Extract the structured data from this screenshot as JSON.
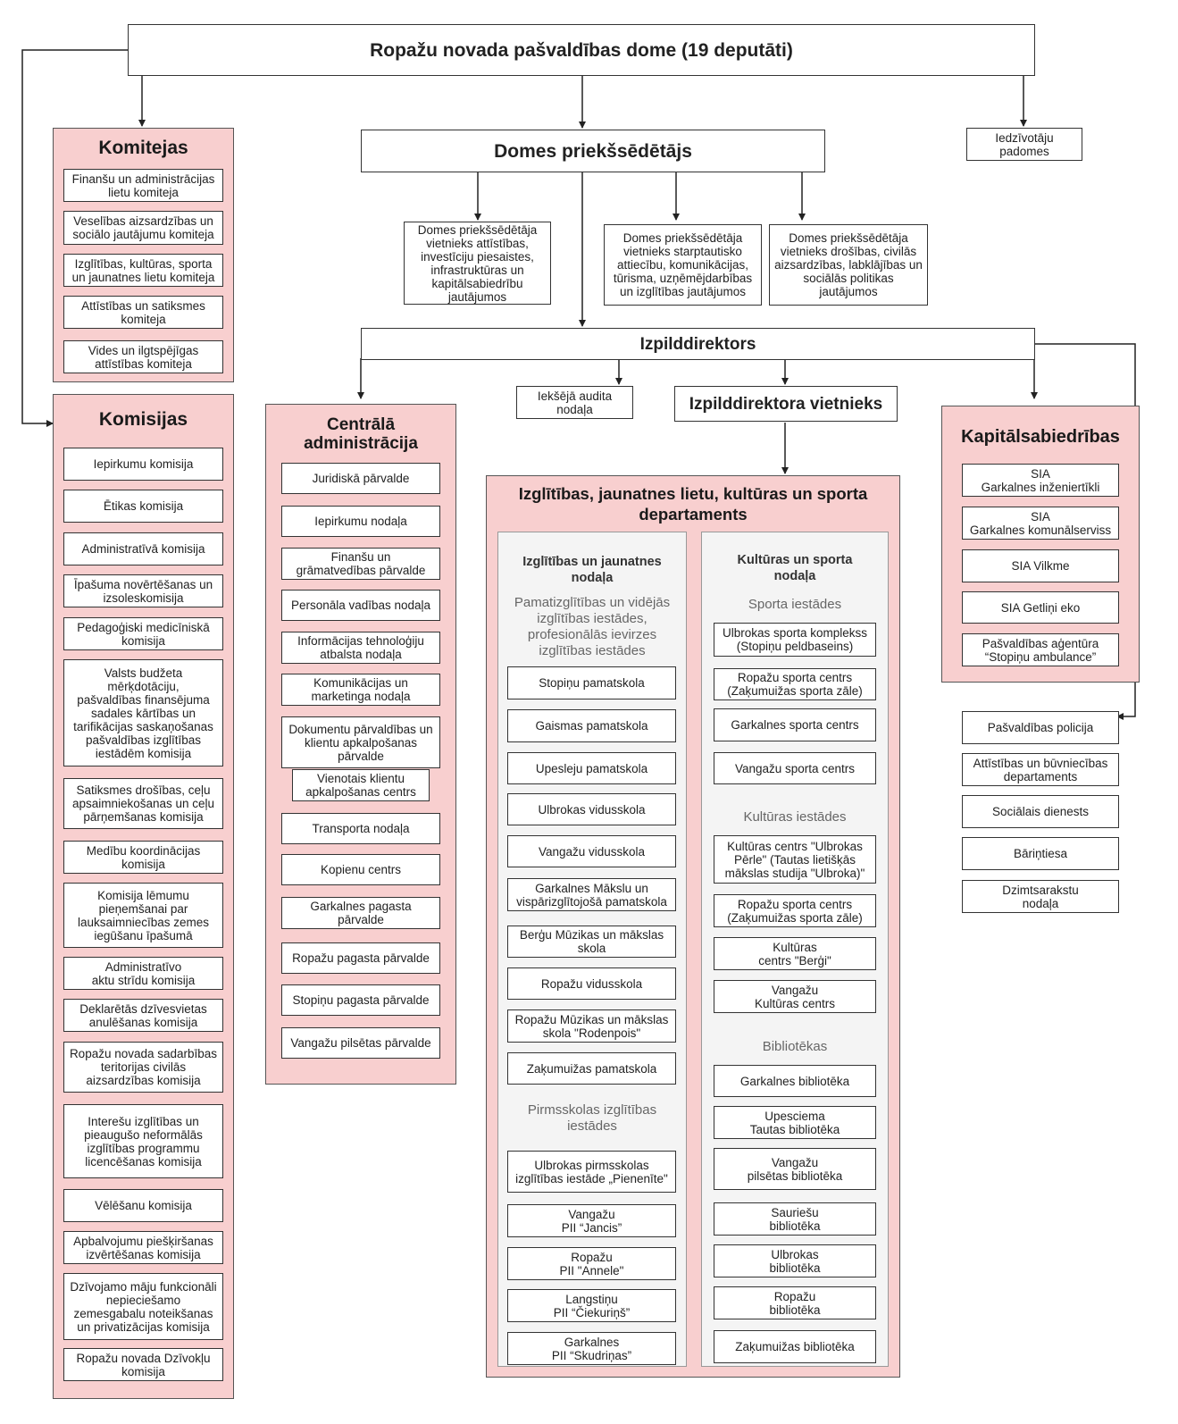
{
  "top": {
    "title": "Ropažu novada pašvaldības dome (19 deputāti)"
  },
  "chair": {
    "title": "Domes priekšsēdētājs"
  },
  "residents": {
    "label": "Iedzīvotāju\npadomes"
  },
  "deputies": [
    "Domes priekšsēdētāja\nvietnieks attīstības,\ninvestīciju piesaistes,\ninfrastruktūras un\nkapitālsabiedrību jautājumos",
    "Domes priekšsēdētāja\nvietnieks starptautisko\nattiecību, komunikācijas,\ntūrisma, uzņēmējdarbības\nun izglītības jautājumos",
    "Domes priekšsēdētāja\nvietnieks drošības, civilās\naizsardzības, labklājības un\nsociālās politikas\njautājumos"
  ],
  "executive": {
    "title": "Izpilddirektors"
  },
  "audit": {
    "label": "Iekšējā audita\nnodaļa"
  },
  "exec_deputy": {
    "title": "Izpilddirektora vietnieks"
  },
  "committees": {
    "title": "Komitejas",
    "items": [
      "Finanšu un administrācijas\nlietu komiteja",
      "Veselības aizsardzības un\nsociālo jautājumu komiteja",
      "Izglītības, kultūras, sporta\nun jaunatnes lietu komiteja",
      "Attīstības un satiksmes\nkomiteja",
      "Vides un ilgtspējīgas\nattīstības komiteja"
    ]
  },
  "commissions": {
    "title": "Komisijas",
    "items": [
      "Iepirkumu komisija",
      "Ētikas komisija",
      "Administratīvā komisija",
      "Īpašuma novērtēšanas un\nizsoleskomisija",
      "Pedagoģiski medicīniskā\nkomisija",
      "Valsts budžeta\nmērķdotāciju,\npašvaldības finansējuma\nsadales kārtības un\ntarifikācijas saskaņošanas\npašvaldības izglītības\niestādēm komisija",
      "Satiksmes drošības, ceļu\napsaimniekošanas un ceļu\npārņemšanas komisija",
      "Medību koordinācijas\nkomisija",
      "Komisija lēmumu\npieņemšanai par\nlauksaimniecības zemes\niegūšanu īpašumā",
      "Administratīvo\naktu strīdu komisija",
      "Deklarētās dzīvesvietas\nanulēšanas komisija",
      "Ropažu novada sadarbības\nteritorijas civilās\naizsardzības komisija",
      "Interešu izglītības un\npieaugušo neformālās\nizglītības programmu\nlicencēšanas komisija",
      "Vēlēšanu komisija",
      "Apbalvojumu piešķiršanas\nizvērtēšanas komisija",
      "Dzīvojamo māju funkcionāli\nnepieciešamo\nzemesgabalu noteikšanas\nun privatizācijas komisija",
      "Ropažu novada Dzīvokļu\nkomisija"
    ]
  },
  "central": {
    "title": "Centrālā\nadministrācija",
    "items": [
      "Juridiskā pārvalde",
      "Iepirkumu nodaļa",
      "Finanšu un\ngrāmatvedības pārvalde",
      "Personāla vadības nodaļa",
      "Informācijas tehnoloģiju\natbalsta nodaļa",
      "Komunikācijas un\nmarketinga nodaļa",
      "Dokumentu pārvaldības un\nklientu apkalpošanas\npārvalde",
      "Vienotais klientu\napkalpošanas centrs",
      "Transporta nodaļa",
      "Kopienu centrs",
      "Garkalnes pagasta\npārvalde",
      "Ropažu pagasta pārvalde",
      "Stopiņu pagasta pārvalde",
      "Vangažu pilsētas pārvalde"
    ]
  },
  "department": {
    "title": "Izglītības, jaunatnes lietu, kultūras un sporta\ndepartaments",
    "education": {
      "title": "Izglītības un jaunatnes\nnodaļa",
      "group1": "Pamatizglītības un vidējās\nizglītības iestādes,\nprofesionālās ievirzes\nizglītības iestādes",
      "schools": [
        "Stopiņu pamatskola",
        "Gaismas pamatskola",
        "Upesleju pamatskola",
        "Ulbrokas vidusskola",
        "Vangažu vidusskola",
        "Garkalnes Mākslu un\nvispārizglītojošā pamatskola",
        "Berģu Mūzikas un mākslas\nskola",
        "Ropažu vidusskola",
        "Ropažu Mūzikas un mākslas\nskola \"Rodenpois\"",
        "Zaķumuižas pamatskola"
      ],
      "group2": "Pirmsskolas izglītības\niestādes",
      "preschools": [
        "Ulbrokas pirmsskolas\nizglītības iestāde „Pienenīte\"",
        "Vangažu\nPII “Jancis”",
        "Ropažu\nPII \"Annele\"",
        "Langstiņu\nPII “Čiekuriņš”",
        "Garkalnes\nPII “Skudriņas”"
      ]
    },
    "culture": {
      "title": "Kultūras un sporta\nnodaļa",
      "group1": "Sporta iestādes",
      "sports": [
        "Ulbrokas sporta komplekss\n(Stopiņu peldbaseins)",
        "Ropažu sporta centrs\n(Zaķumuižas sporta zāle)",
        "Garkalnes sporta centrs",
        "Vangažu sporta centrs"
      ],
      "group2": "Kultūras iestādes",
      "cultural": [
        "Kultūras centrs \"Ulbrokas\nPērle\" (Tautas lietišķās\nmākslas studija \"Ulbroka)\"",
        "Ropažu sporta centrs\n(Zaķumuižas sporta zāle)",
        "Kultūras\ncentrs \"Berģi\"",
        "Vangažu\nKultūras centrs"
      ],
      "group3": "Bibliotēkas",
      "libraries": [
        "Garkalnes bibliotēka",
        "Upesciema\nTautas bibliotēka",
        "Vangažu\npilsētas bibliotēka",
        "Sauriešu\nbibliotēka",
        "Ulbrokas\nbibliotēka",
        "Ropažu\nbibliotēka",
        "Zaķumuižas bibliotēka"
      ]
    }
  },
  "companies": {
    "title": "Kapitālsabiedrības",
    "items": [
      "SIA\nGarkalnes inženiertīkli",
      "SIA\nGarkalnes komunālserviss",
      "SIA Vilkme",
      "SIA Getliņi eko",
      "Pašvaldības aģentūra\n“Stopiņu ambulance”"
    ]
  },
  "other_units": [
    "Pašvaldības policija",
    "Attīstības un būvniecības\ndepartaments",
    "Sociālais dienests",
    "Bāriņtiesa",
    "Dzimtsarakstu\nnodaļa"
  ]
}
